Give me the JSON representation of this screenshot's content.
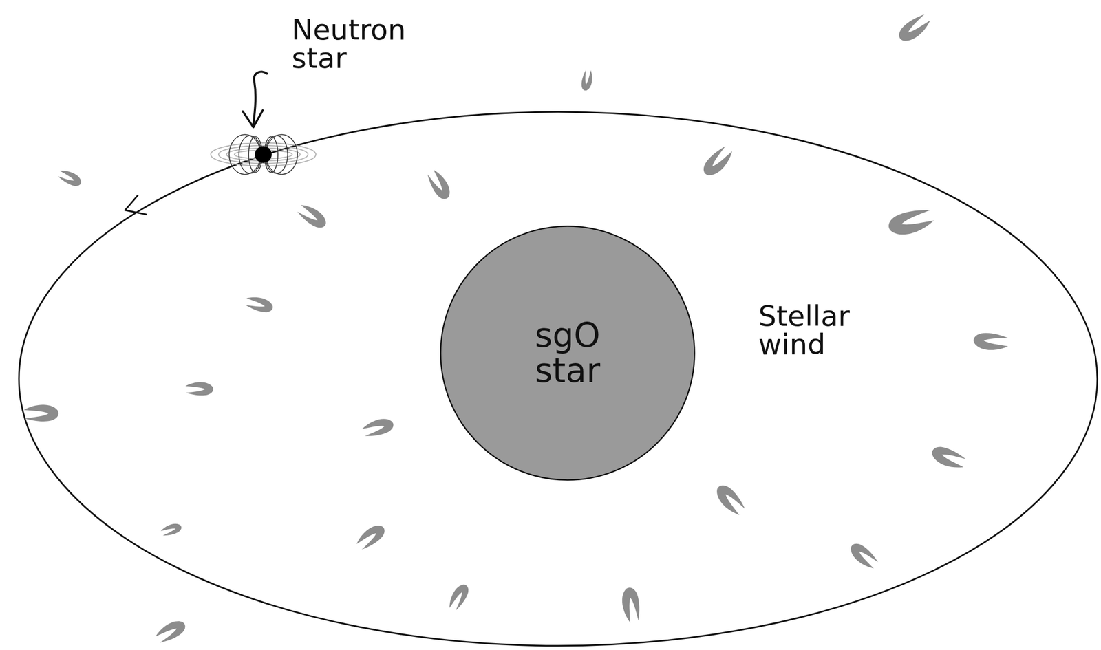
{
  "diagram": {
    "nodes": [
      {
        "text": [
          "sgO star"
        ]
      }
    ],
    "labels": [
      "Neutron star",
      "Stellar wind"
    ]
  }
}
